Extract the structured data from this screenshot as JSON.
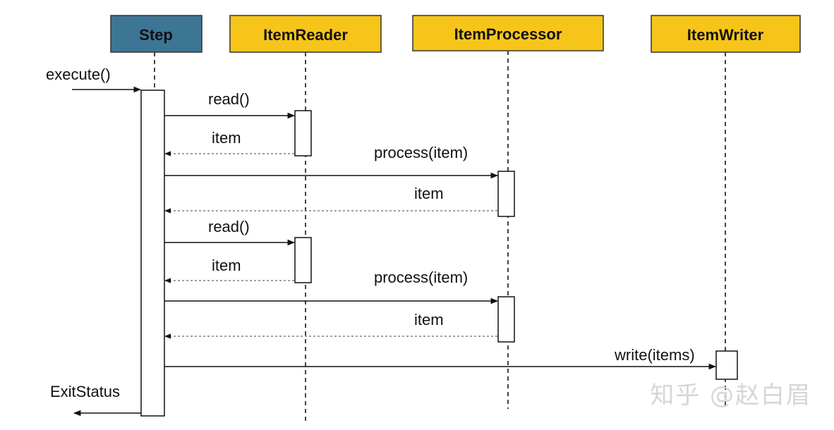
{
  "participants": [
    {
      "id": "step",
      "label": "Step",
      "fill": "#3d7595"
    },
    {
      "id": "reader",
      "label": "ItemReader",
      "fill": "#f7c51a"
    },
    {
      "id": "processor",
      "label": "ItemProcessor",
      "fill": "#f7c51a"
    },
    {
      "id": "writer",
      "label": "ItemWriter",
      "fill": "#f7c51a"
    }
  ],
  "messages": [
    {
      "id": "execute",
      "label": "execute()",
      "type": "call",
      "from": "external",
      "to": "step"
    },
    {
      "id": "read1",
      "label": "read()",
      "type": "call",
      "from": "step",
      "to": "reader"
    },
    {
      "id": "item1",
      "label": "item",
      "type": "return",
      "from": "reader",
      "to": "step"
    },
    {
      "id": "process1",
      "label": "process(item)",
      "type": "call",
      "from": "step",
      "to": "processor"
    },
    {
      "id": "item2",
      "label": "item",
      "type": "return",
      "from": "processor",
      "to": "step"
    },
    {
      "id": "read2",
      "label": "read()",
      "type": "call",
      "from": "step",
      "to": "reader"
    },
    {
      "id": "item3",
      "label": "item",
      "type": "return",
      "from": "reader",
      "to": "step"
    },
    {
      "id": "process2",
      "label": "process(item)",
      "type": "call",
      "from": "step",
      "to": "processor"
    },
    {
      "id": "item4",
      "label": "item",
      "type": "return",
      "from": "processor",
      "to": "step"
    },
    {
      "id": "write",
      "label": "write(items)",
      "type": "call",
      "from": "step",
      "to": "writer"
    },
    {
      "id": "exit",
      "label": "ExitStatus",
      "type": "return",
      "from": "step",
      "to": "external"
    }
  ],
  "watermark": "知乎 @赵白眉",
  "colors": {
    "step": "#3d7595",
    "component": "#f7c51a",
    "line": "#111111"
  }
}
